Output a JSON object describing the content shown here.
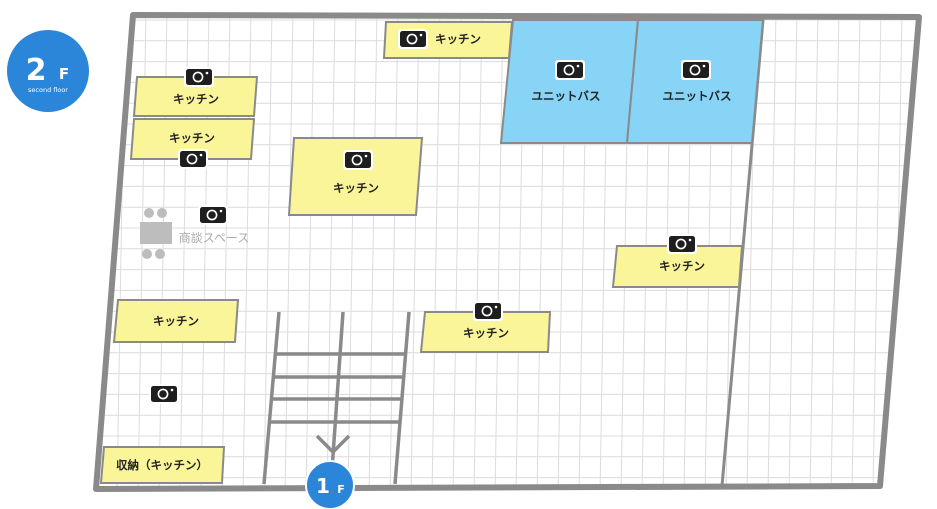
{
  "floor_badge": {
    "number": "2",
    "unit": "F",
    "subtitle": "second floor",
    "color": "#2b86d9"
  },
  "down_badge": {
    "number": "1",
    "unit": "F",
    "color": "#2b86d9"
  },
  "colors": {
    "kitchen": "#fbf59a",
    "bath": "#87d4f7",
    "wall": "#8a8a8a",
    "grid": "#dcdcdc"
  },
  "rooms": {
    "kitchen_top": "キッチン",
    "kitchen_left1": "キッチン",
    "kitchen_left2": "キッチン",
    "kitchen_center": "キッチン",
    "kitchen_right": "キッチン",
    "kitchen_left3": "キッチン",
    "kitchen_mid": "キッチン",
    "storage": "収納（キッチン）",
    "bath1": "ユニットバス",
    "bath2": "ユニットバス",
    "meeting": "商談スペース"
  },
  "icons": {
    "camera": "camera-icon",
    "arrow": "arrow-down-icon",
    "table": "meeting-table-icon"
  }
}
